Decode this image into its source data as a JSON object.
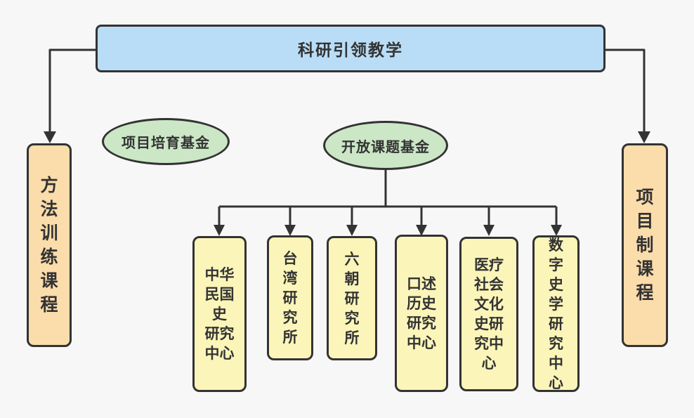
{
  "colors": {
    "background": "#f7f7f7",
    "root_fill": "#b9ddf7",
    "fund_fill": "#cbe7c6",
    "course_fill": "#fbdcab",
    "center_fill": "#fbf5ba",
    "stroke": "#333333"
  },
  "diagram": {
    "root": {
      "label": "科研引领教学"
    },
    "funds": [
      {
        "label": "项目培育基金"
      },
      {
        "label": "开放课题基金"
      }
    ],
    "courses": [
      {
        "label": "方法训练课程",
        "lines": "方\n法\n训\n练\n课\n程"
      },
      {
        "label": "项目制课程",
        "lines": "项\n目\n制\n课\n程"
      }
    ],
    "centers": [
      {
        "label": "中华民国史研究中心",
        "lines": "中华\n民国\n史\n研究\n中心"
      },
      {
        "label": "台湾研究所",
        "lines": "台\n湾\n研\n究\n所"
      },
      {
        "label": "六朝研究所",
        "lines": "六\n朝\n研\n究\n所"
      },
      {
        "label": "口述历史研究中心",
        "lines": "口述\n历史\n研究\n中心"
      },
      {
        "label": "医疗社会文化史研究中心",
        "lines": "医疗\n社会\n文化\n史研\n究中\n心"
      },
      {
        "label": "数字史学研究中心",
        "lines": "数\n字\n史\n学\n研\n究\n中\n心"
      }
    ]
  }
}
